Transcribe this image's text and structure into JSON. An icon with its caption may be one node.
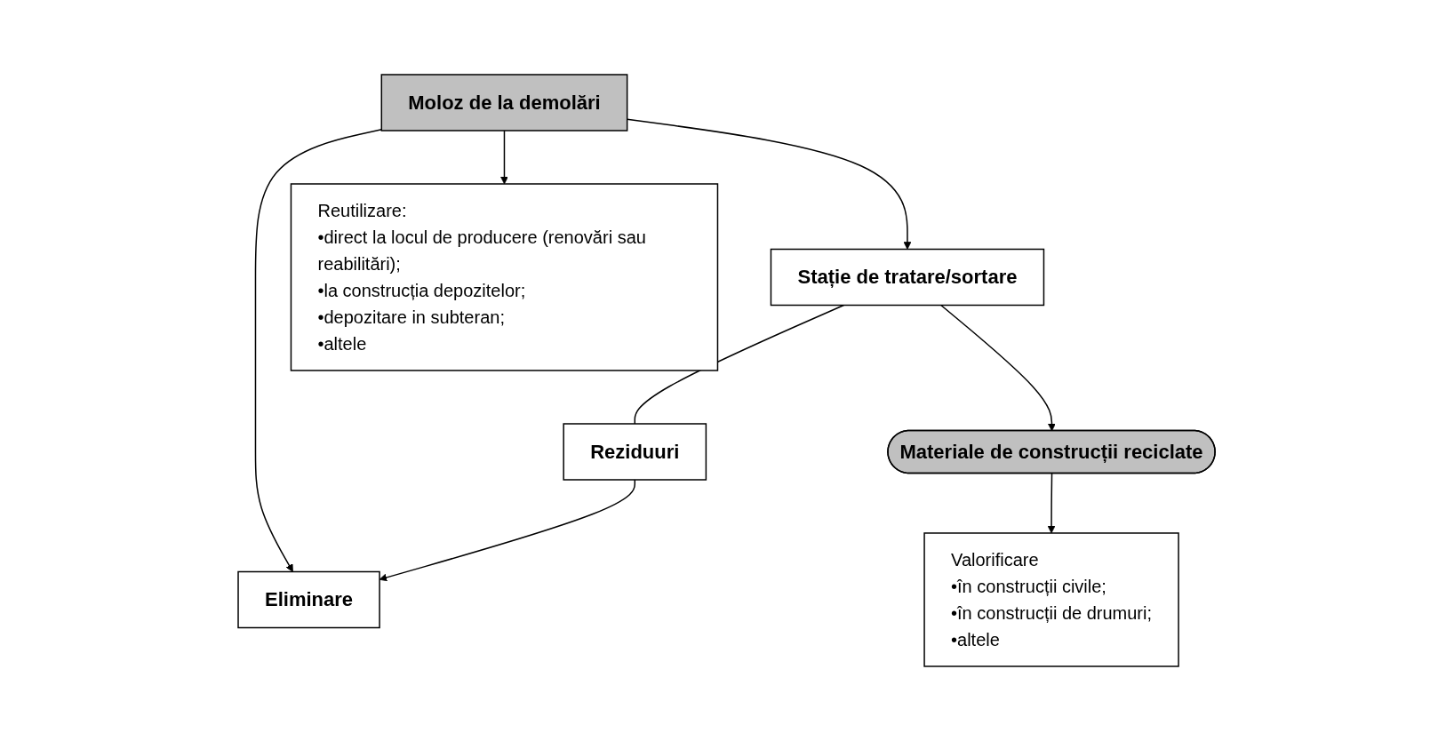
{
  "diagram": {
    "nodes": [
      {
        "text": [
          "Moloz de la demolări"
        ]
      },
      {
        "text": [
          "Reziduuri"
        ]
      },
      {
        "text": [
          "Stație de tratare/sortare"
        ]
      },
      {
        "text": [
          "Materiale de construcții reciclate"
        ]
      },
      {
        "text": [
          "Eliminare"
        ]
      },
      {
        "text": [
          "Valorificare",
          "•în construcții civile;",
          "•în construcții de drumuri;",
          "•altele"
        ]
      },
      {
        "text": [
          "Reutilizare:",
          "•direct la locul de producere (renovări sau reabilitări);",
          "•la construcția depozitelor;",
          "•depozitare in subteran;",
          "•altele"
        ]
      }
    ],
    "edges": [
      {
        "from": 0,
        "to": 4,
        "arrow": "to"
      },
      {
        "from": 0,
        "to": 2,
        "arrow": "to"
      },
      {
        "from": 0,
        "to": 6,
        "arrow": "to"
      },
      {
        "from": 2,
        "to": 1,
        "arrow": "none"
      },
      {
        "from": 1,
        "to": 4,
        "arrow": "to"
      },
      {
        "from": 2,
        "to": 3,
        "arrow": "to"
      },
      {
        "from": 3,
        "to": 5,
        "arrow": "to"
      }
    ]
  }
}
